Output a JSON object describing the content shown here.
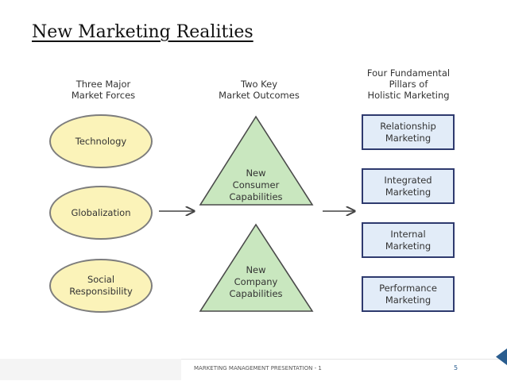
{
  "slide": {
    "title": "New Marketing Realities",
    "footer_text": "MARKETING MANAGEMENT PRESENTATION - 1",
    "page_number": "5"
  },
  "columns": {
    "forces_heading": [
      "Three Major",
      "Market Forces"
    ],
    "outcomes_heading": [
      "Two Key",
      "Market Outcomes"
    ],
    "pillars_heading": [
      "Four Fundamental",
      "Pillars of",
      "Holistic Marketing"
    ]
  },
  "forces": [
    {
      "lines": [
        "Technology"
      ]
    },
    {
      "lines": [
        "Globalization"
      ]
    },
    {
      "lines": [
        "Social",
        "Responsibility"
      ]
    }
  ],
  "outcomes": [
    {
      "lines": [
        "New",
        "Consumer",
        "Capabilities"
      ]
    },
    {
      "lines": [
        "New",
        "Company",
        "Capabilities"
      ]
    }
  ],
  "pillars": [
    {
      "lines": [
        "Relationship",
        "Marketing"
      ]
    },
    {
      "lines": [
        "Integrated",
        "Marketing"
      ]
    },
    {
      "lines": [
        "Internal",
        "Marketing"
      ]
    },
    {
      "lines": [
        "Performance",
        "Marketing"
      ]
    }
  ],
  "colors": {
    "ellipse_fill": "#fbf3b9",
    "triangle_fill": "#c9e7bf",
    "pillar_fill": "#e2ecf8",
    "pillar_border": "#2e3a6e",
    "accent": "#2a5d8f"
  }
}
